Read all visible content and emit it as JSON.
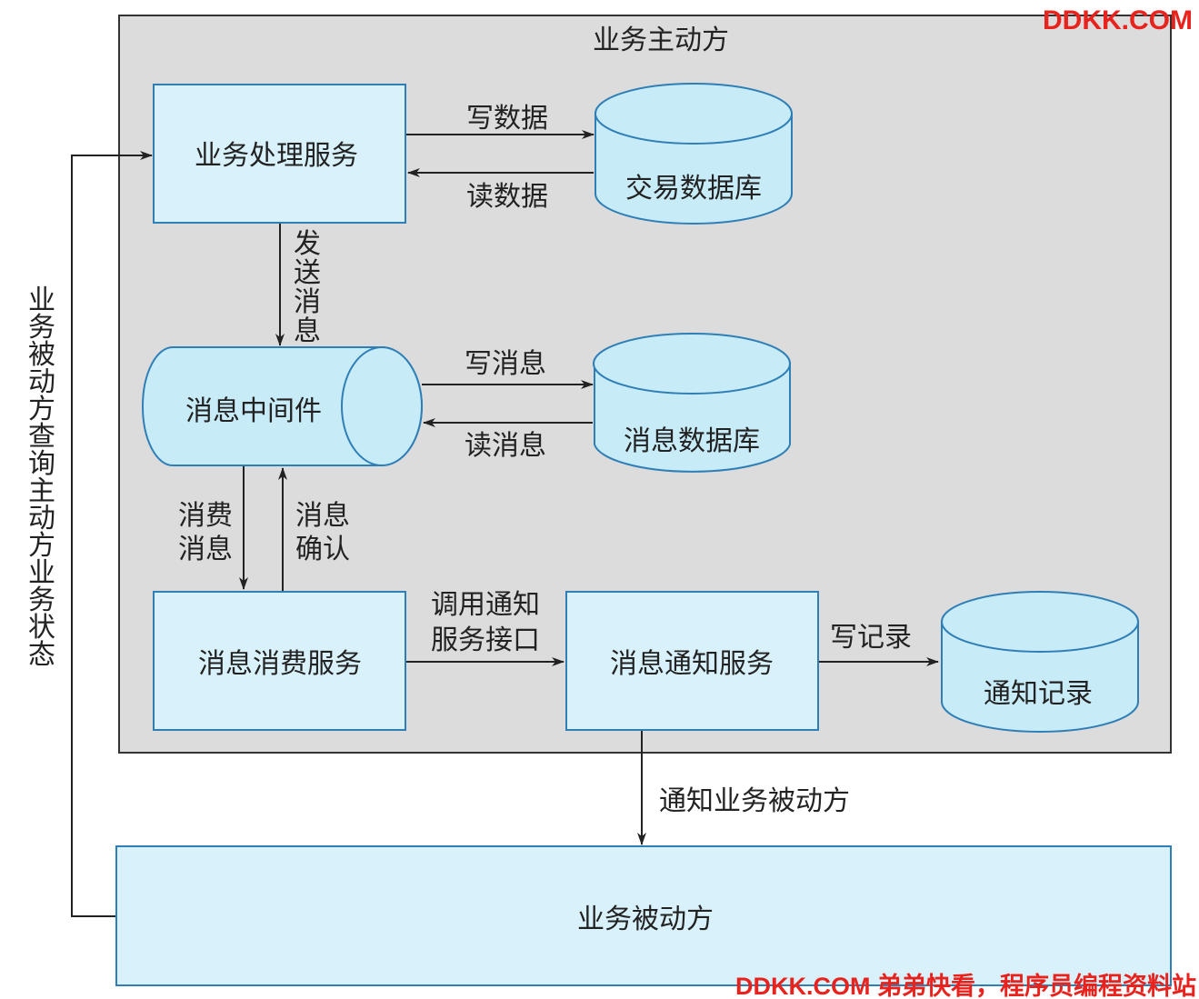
{
  "colors": {
    "box_fill": "#d8f1fa",
    "box_stroke": "#2f7fb6",
    "db_fill": "#c8ebf8",
    "region_fill": "#dcdcdc",
    "region_stroke": "#333333",
    "line": "#222222",
    "watermark": "#e8231e"
  },
  "region": {
    "title": "业务主动方"
  },
  "nodes": {
    "biz_service": "业务处理服务",
    "trade_db": "交易数据库",
    "mq": "消息中间件",
    "msg_db": "消息数据库",
    "consumer": "消息消费服务",
    "notifier": "消息通知服务",
    "notify_db": "通知记录",
    "passive": "业务被动方"
  },
  "edges": {
    "write_data": "写数据",
    "read_data": "读数据",
    "send_msg": "发送消息",
    "write_msg": "写消息",
    "read_msg": "读消息",
    "consume_line1": "消费",
    "consume_line2": "消息",
    "ack_line1": "消息",
    "ack_line2": "确认",
    "call_line1": "调用通知",
    "call_line2": "服务接口",
    "write_record": "写记录",
    "notify_passive": "通知业务被动方",
    "query_status": "业务被动方查询主动方业务状态"
  },
  "watermarks": {
    "top": "DDKK.COM",
    "bottom": "DDKK.COM 弟弟快看，程序员编程资料站"
  }
}
